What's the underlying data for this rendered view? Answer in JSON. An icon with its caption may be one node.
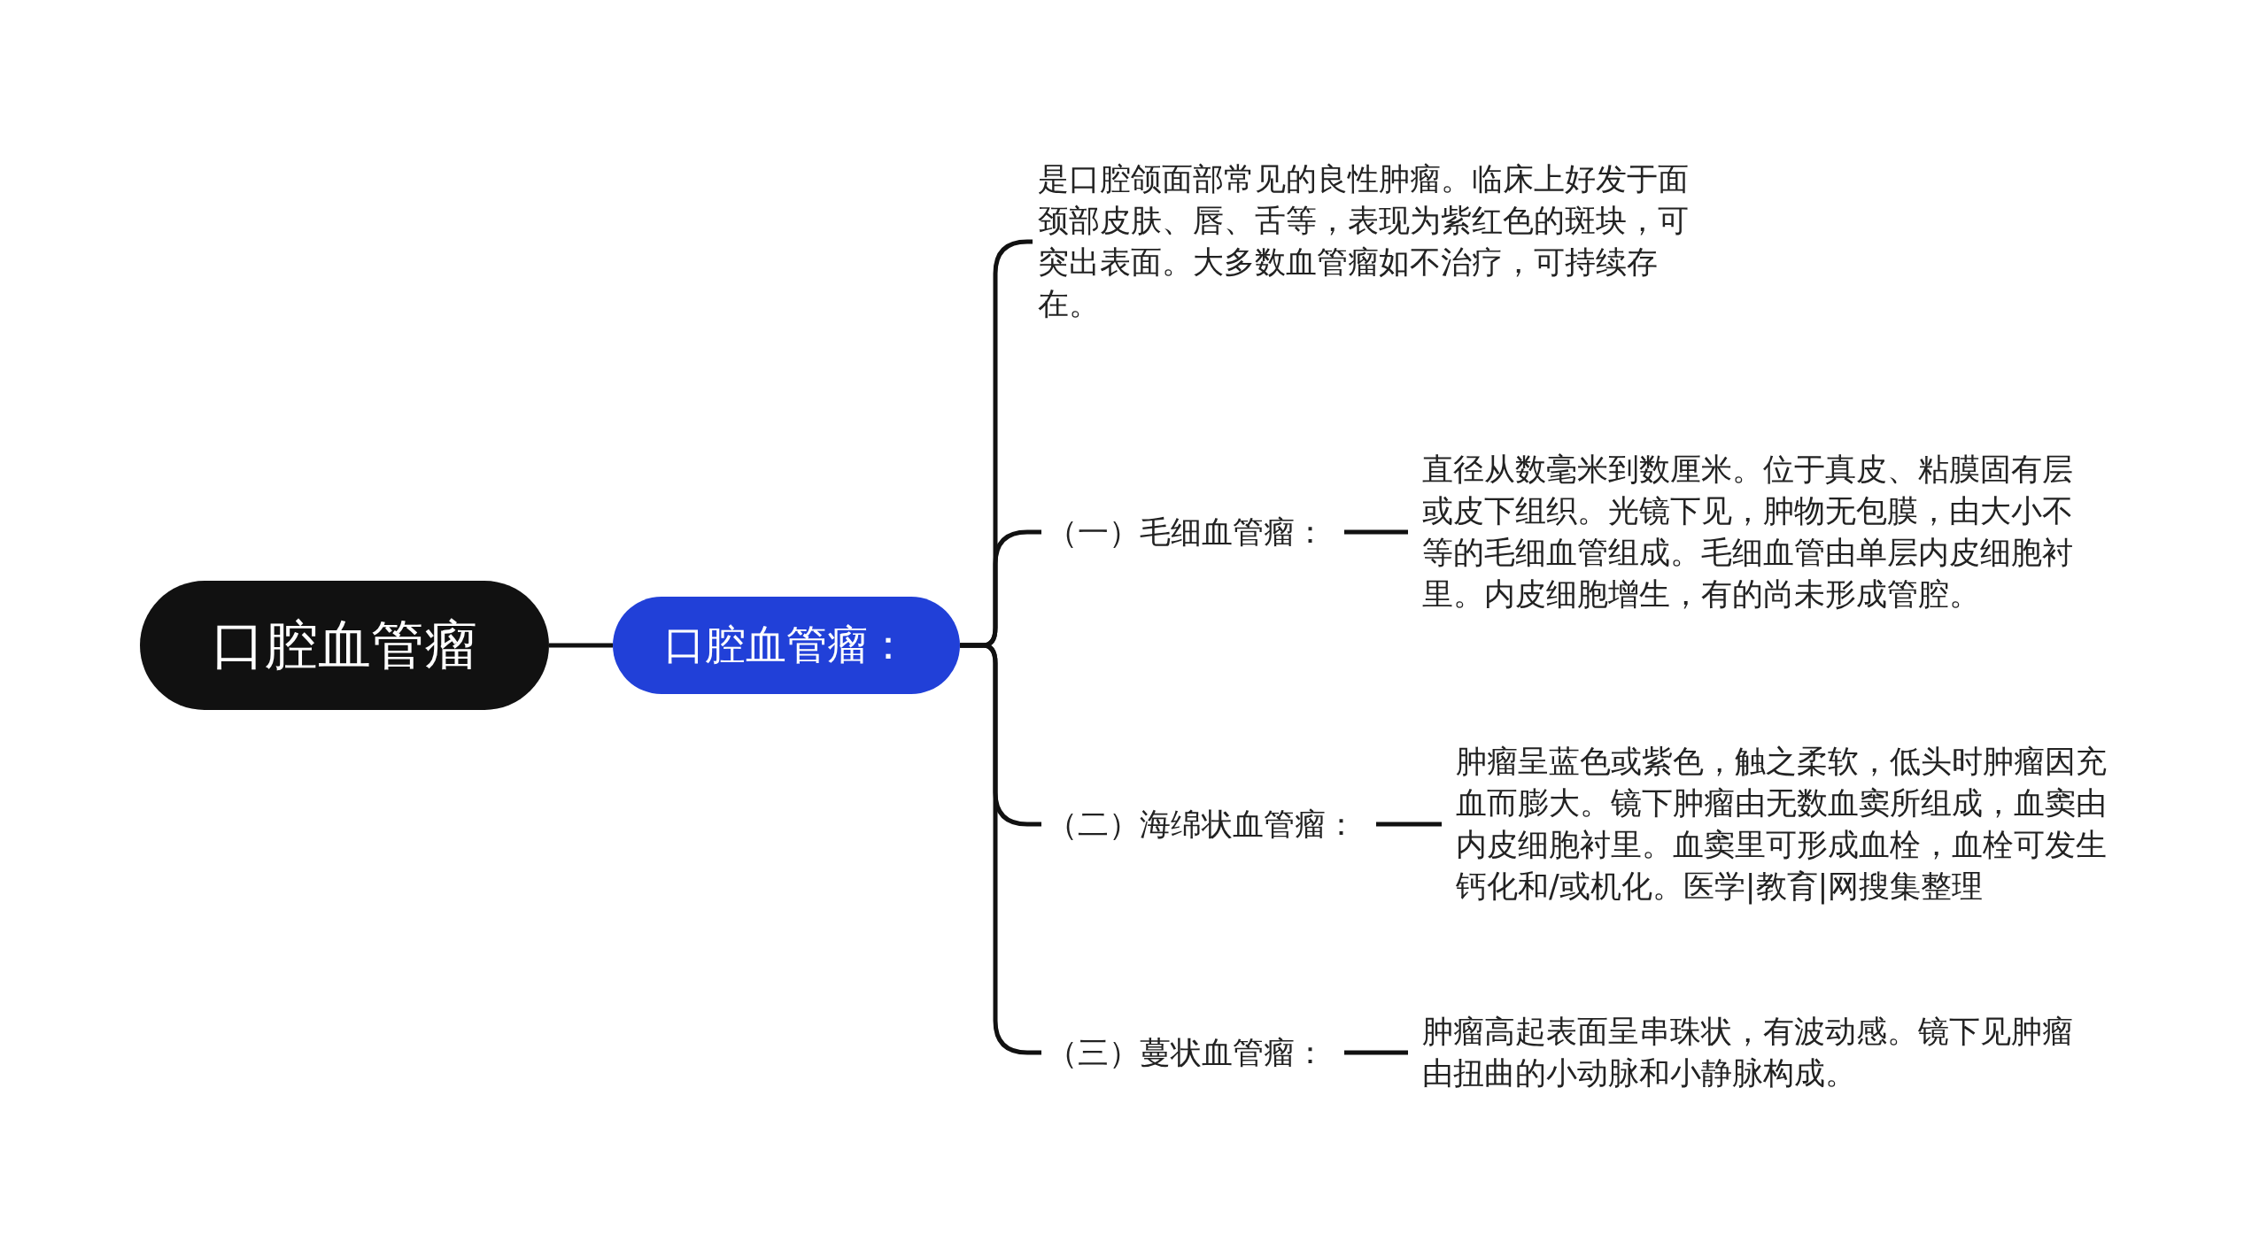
{
  "diagram": {
    "nodes": [
      {
        "text": [
          "口腔血管瘤"
        ]
      },
      {
        "text": [
          "口腔血管瘤："
        ]
      },
      {
        "text": [
          "是口腔颌面部常见的良性肿瘤。临床上好发于面颈部皮肤、唇、舌等，表现为紫红色的斑块，可突出表面。大多数血管瘤如不治疗，可持续存在。"
        ]
      },
      {
        "text": [
          "（一）毛细血管瘤："
        ]
      },
      {
        "text": [
          "直径从数毫米到数厘米。位于真皮、粘膜固有层或皮下组织。光镜下见，肿物无包膜，由大小不等的毛细血管组成。毛细血管由单层内皮细胞衬里。内皮细胞增生，有的尚未形成管腔。"
        ]
      },
      {
        "text": [
          "（二）海绵状血管瘤："
        ]
      },
      {
        "text": [
          "肿瘤呈蓝色或紫色，触之柔软，低头时肿瘤因充血而膨大。镜下肿瘤由无数血窦所组成，血窦由内皮细胞衬里。血窦里可形成血栓，血栓可发生钙化和/或机化。医学|教育|网搜集整理"
        ]
      },
      {
        "text": [
          "（三）蔓状血管瘤："
        ]
      },
      {
        "text": [
          "肿瘤高起表面呈串珠状，有波动感。镜下见肿瘤由扭曲的小动脉和小静脉构成。"
        ]
      }
    ],
    "edges": [
      {
        "from": 0,
        "to": 1,
        "arrow": "none"
      },
      {
        "from": 1,
        "to": 2,
        "arrow": "none"
      },
      {
        "from": 1,
        "to": 3,
        "arrow": "none"
      },
      {
        "from": 1,
        "to": 5,
        "arrow": "none"
      },
      {
        "from": 1,
        "to": 7,
        "arrow": "none"
      },
      {
        "from": 3,
        "to": 4,
        "arrow": "none"
      },
      {
        "from": 5,
        "to": 6,
        "arrow": "none"
      },
      {
        "from": 7,
        "to": 8,
        "arrow": "none"
      }
    ]
  }
}
